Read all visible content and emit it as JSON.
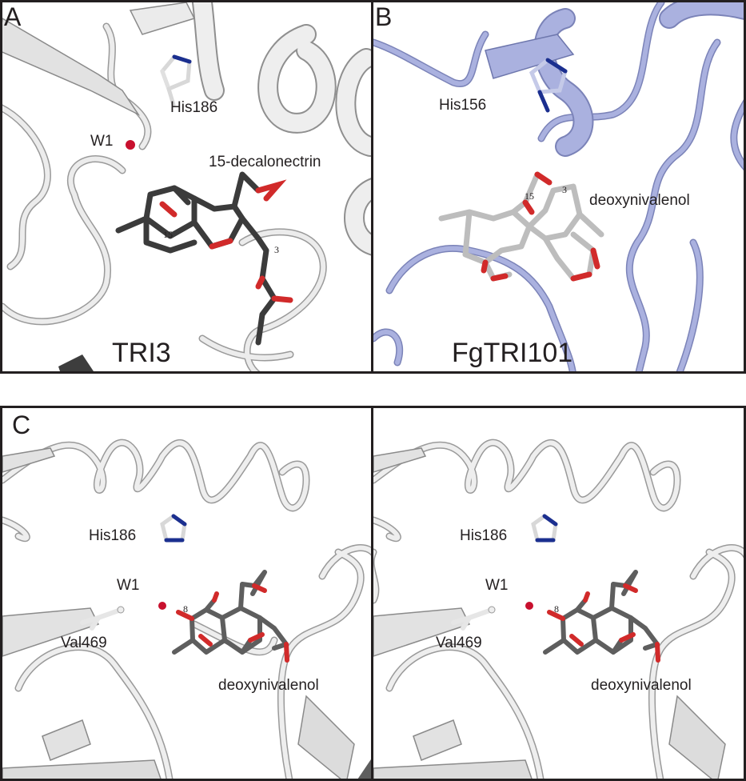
{
  "panels": {
    "a": {
      "letter": "A",
      "his": "His186",
      "water": "W1",
      "ligand": "15-decalonectrin",
      "protein": "TRI3",
      "num15": "15",
      "num3": "3"
    },
    "b": {
      "letter": "B",
      "his": "His156",
      "ligand": "deoxynivalenol",
      "protein": "FgTRI101",
      "num15": "15",
      "num3": "3"
    },
    "c_left": {
      "letter": "C",
      "his": "His186",
      "water": "W1",
      "val": "Val469",
      "ligand": "deoxynivalenol",
      "num8": "8"
    },
    "c_right": {
      "his": "His186",
      "water": "W1",
      "val": "Val469",
      "ligand": "deoxynivalenol",
      "num8": "8"
    }
  },
  "colors": {
    "ribbon_gray": "#e6e6e6",
    "ribbon_blue": "#a9b0dc",
    "ligand_dark": "#3b3b3b",
    "ligand_mid": "#5e5e5e",
    "ligand_light": "#bdbdbd",
    "oxygen": "#d12a2a",
    "nitrogen": "#1b2f8f",
    "water": "#c8102e",
    "border": "#231f20"
  }
}
